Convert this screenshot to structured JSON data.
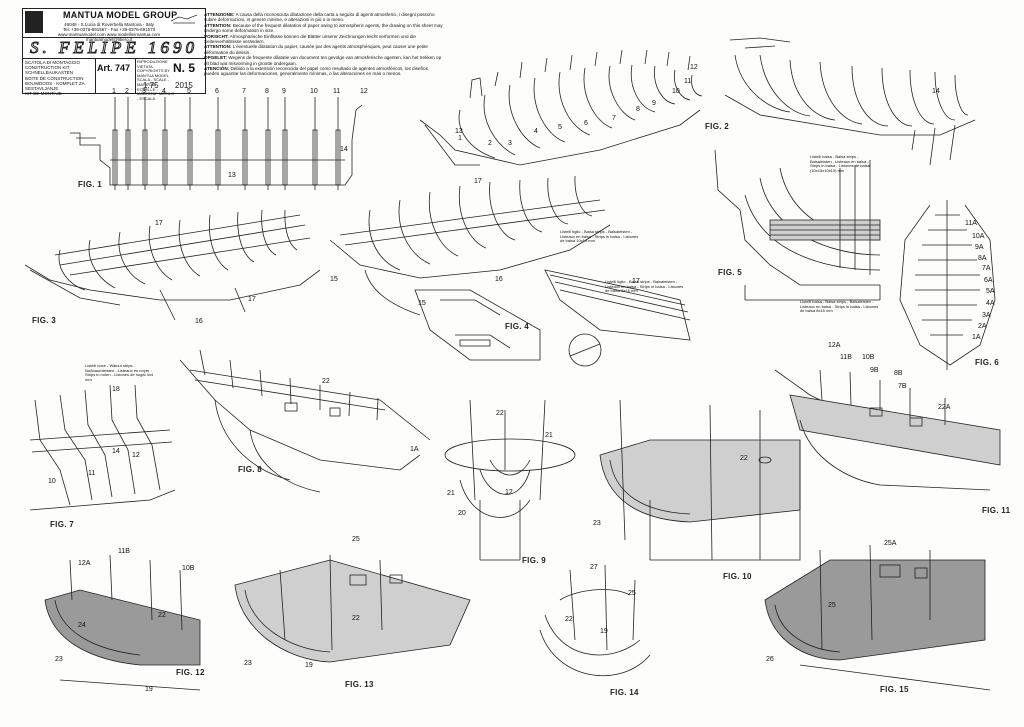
{
  "title_block": {
    "company": "MANTUA MODEL GROUP",
    "address_line1": "46048 - S.Lucia di Roverbella Mantova - Italy",
    "address_line2": "Tel. +39-0376-691567 - Fax +39-0376-691573",
    "address_line3": "www.mantuamodel.com  www.modellinimantua.com  mantuamodel@libero.it",
    "ship_name": "S. FELIPE 1690",
    "kit_lines": [
      "SCATOLA DI MONTAGGIO",
      "CONSTRUCTION KIT",
      "SCHNELLBAUKASTEN",
      "BOITE DE CONSTRUCTION",
      "BOUWDOOS - KOMPLET ZA SESTAVLJANJE",
      "KIT DE MONTAJE"
    ],
    "art": "Art. 747",
    "reproduction": [
      "RIPRODUZIONE VIETATA",
      "COPYRIGHTS BY MANTUA MODEL"
    ],
    "scale_words": "SCALA - SCALE - MASSTAB ECHELLE - MAATSTAF MERILO - ESCALA",
    "sheet_label": "N. 5",
    "scale": "1:75",
    "year": "2015"
  },
  "warnings": [
    {
      "head": "ATTENZIONE:",
      "text": "A causa della riconosciuta dilatazione della carta a seguito di agenti atmosferici, i disegni possono subire deformazioni, in genere minime, e alterazioni in più o in meno."
    },
    {
      "head": "ATTENTION:",
      "text": "Because of the frequent dilatation of paper owing to atmospheric agents, the drawing on this sheet may undergo some deformation in size."
    },
    {
      "head": "VORSICHT:",
      "text": "Atmosphärische Einflüsse können die Blätter unserer Zeichnungen leicht verformen und die Seitenverhältnisse verändern."
    },
    {
      "head": "ATTENTION:",
      "text": "L'éventuelle dilatation du papier, causée par des agents atmosphériques, peut causer une petite déformation du dessin."
    },
    {
      "head": "OPGELET:",
      "text": "Wegens de frequente dilatatie van document ten gevolge van atmosferische agenten, kan het trekken op dit blad wat misvorming in grootte ondergaan."
    },
    {
      "head": "ATENCIÓN:",
      "text": "Debido a la extensión reconocida del papel como resultado de agentes atmosféricos, los diseños pueden aguantar las deformaciones, generalmente mínimas, o las alteraciones en más o menos."
    }
  ],
  "figures": [
    "FIG. 1",
    "FIG. 2",
    "FIG. 3",
    "FIG. 4",
    "FIG. 5",
    "FIG. 6",
    "FIG. 7",
    "FIG. 8",
    "FIG. 9",
    "FIG. 10",
    "FIG. 11",
    "FIG. 12",
    "FIG. 13",
    "FIG. 14",
    "FIG. 15"
  ],
  "fig1_numbers": [
    "1",
    "2",
    "3",
    "4",
    "5",
    "6",
    "7",
    "8",
    "9",
    "10",
    "11",
    "12",
    "13",
    "14"
  ],
  "callouts": {
    "fig4_strip": "Listelli tiglio - Balsa strips - Balsaleisten - Listeaux en balsa - Strips in balsa - Listones de balsa 10x10 mm",
    "fig4_strip2": "Listelli tiglio - Balsa strips - Balsaleisten - Listeaux en balsa - Strips in balsa - Listones de balsa 8x15 mm",
    "fig5_strip": "Listelli balsa - Balsa strips - Balsaleisten - Listeaux en balsa - Strips in balsa - Listones de balsa (10x15x10x10) mm",
    "fig5_strip2": "Listelli balsa - Balsa strips - Balsaleisten - Listeaux en balsa - Strips in balsa - Listones de balsa 8x15 mm",
    "fig7_strip": "Listelli noce - Walnut strips - Nußbaumleisten - Listeaux en noyer - Strips in noten - Listones de nogal 4x4 mm"
  },
  "part_labels": {
    "fig2": [
      "1",
      "2",
      "3",
      "4",
      "5",
      "6",
      "7",
      "8",
      "9",
      "10",
      "11",
      "12",
      "13",
      "14"
    ],
    "fig3": [
      "16",
      "17",
      "17"
    ],
    "fig4": [
      "15",
      "16",
      "17",
      "15",
      "17"
    ],
    "fig6": [
      "11A",
      "10A",
      "9A",
      "8A",
      "7A",
      "6A",
      "5A",
      "4A",
      "3A",
      "2A",
      "1A"
    ],
    "fig7": [
      "18",
      "10",
      "11",
      "14",
      "12"
    ],
    "fig8": [
      "22",
      "1A"
    ],
    "fig9": [
      "22",
      "21",
      "21",
      "20",
      "12"
    ],
    "fig10": [
      "22",
      "23"
    ],
    "fig11": [
      "12A",
      "11B",
      "10B",
      "9B",
      "8B",
      "7B",
      "22A"
    ],
    "fig12": [
      "12A",
      "11B",
      "10B",
      "22",
      "24",
      "23",
      "19"
    ],
    "fig13": [
      "25",
      "22",
      "23",
      "19"
    ],
    "fig14": [
      "27",
      "25",
      "22",
      "19"
    ],
    "fig15": [
      "25A",
      "25",
      "26"
    ]
  }
}
